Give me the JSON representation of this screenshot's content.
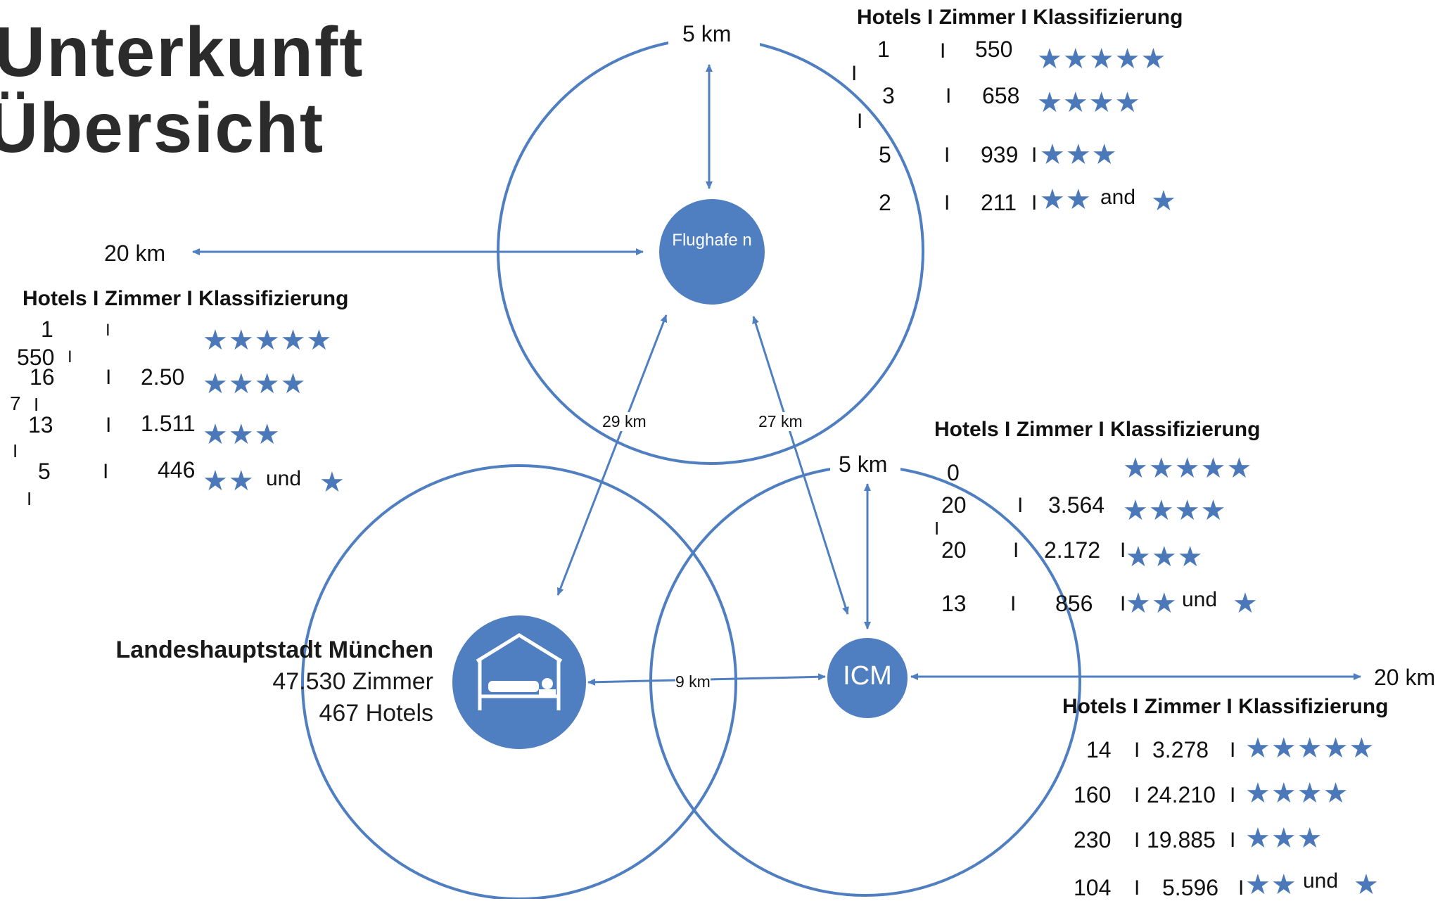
{
  "title": {
    "line1": "Unterkunft",
    "line2": "Übersicht"
  },
  "header_label": "Hotels I  Zimmer I  Klassifizierung",
  "airport": {
    "hub_label": "Flughafe n",
    "inner_radius": "5 km",
    "outer_radius": "20 km",
    "table": [
      {
        "hotels": "1",
        "rooms": "550",
        "stars": "★★★★★"
      },
      {
        "hotels": "3",
        "rooms": "658",
        "stars": "★★★★"
      },
      {
        "hotels": "5",
        "rooms": "939",
        "stars": "★★★"
      },
      {
        "hotels": "2",
        "rooms": "211",
        "stars": "★★",
        "and": "and",
        "extra_star": "★"
      }
    ]
  },
  "outer_20km_table": [
    {
      "hotels": "1",
      "rooms": "550",
      "stars": "★★★★★"
    },
    {
      "hotels": "16",
      "rooms": "2.50",
      "rooms_tail": "7",
      "stars": "★★★★"
    },
    {
      "hotels": "13",
      "rooms": "1.511",
      "stars": "★★★"
    },
    {
      "hotels": "5",
      "rooms": "446",
      "stars": "★★",
      "and": "und",
      "extra_star": "★"
    }
  ],
  "icm": {
    "hub_label": "ICM",
    "inner_radius": "5 km",
    "outer_radius": "20 km",
    "table_5km": [
      {
        "hotels": "0",
        "rooms": "",
        "stars": "★★★★★"
      },
      {
        "hotels": "20",
        "rooms": "3.564",
        "stars": "★★★★"
      },
      {
        "hotels": "20",
        "rooms": "2.172",
        "stars": "★★★"
      },
      {
        "hotels": "13",
        "rooms": "856",
        "stars": "★★",
        "and": "und",
        "extra_star": "★"
      }
    ],
    "table_20km": [
      {
        "hotels": "14",
        "rooms": "3.278",
        "stars": "★★★★★"
      },
      {
        "hotels": "160",
        "rooms": "24.210",
        "stars": "★★★★"
      },
      {
        "hotels": "230",
        "rooms": "19.885",
        "stars": "★★★"
      },
      {
        "hotels": "104",
        "rooms": "5.596",
        "stars": "★★",
        "and": "und",
        "extra_star": "★"
      }
    ]
  },
  "city": {
    "name": "Landeshauptstadt München",
    "rooms": "47.530 Zimmer",
    "hotels": "467 Hotels",
    "icon": "hotel-bed-icon"
  },
  "distances": {
    "city_airport": "29 km",
    "icm_airport": "27 km",
    "city_icm": "9 km"
  },
  "sep": "I",
  "colors": {
    "accent": "#4f7fc0",
    "star": "#4a78b9",
    "text": "#111111"
  }
}
